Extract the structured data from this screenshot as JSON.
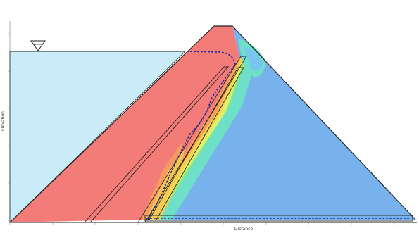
{
  "figure": {
    "type": "seepage-cross-section",
    "x_axis_label": "Distance",
    "y_axis_label": "Elevation",
    "water_level_marker": "inverted-triangle-icon",
    "phreatic_line_style": "dashed",
    "colors": {
      "reservoir": "#c9ecf8",
      "upstream_shell": "#f47c78",
      "downstream_shell": "#78b2ec",
      "phreatic_line": "#1a2a9c",
      "gradient_core": [
        "#f47c78",
        "#f6a05a",
        "#f8d050",
        "#dff06a",
        "#8cec7e",
        "#6ee0c8",
        "#78c6f0"
      ]
    }
  }
}
